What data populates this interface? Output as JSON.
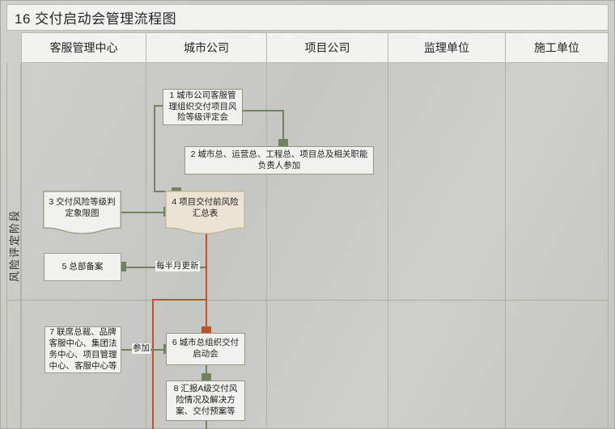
{
  "document": {
    "title": "16 交付启动会管理流程图"
  },
  "phases": [
    {
      "label": "风险评定阶段"
    }
  ],
  "lanes": [
    {
      "id": "lane-customer-service",
      "label": "客服管理中心"
    },
    {
      "id": "lane-city-company",
      "label": "城市公司"
    },
    {
      "id": "lane-project-company",
      "label": "项目公司"
    },
    {
      "id": "lane-supervision-unit",
      "label": "监理单位"
    },
    {
      "id": "lane-construction-unit",
      "label": "施工单位"
    }
  ],
  "nodes": [
    {
      "id": "node-1",
      "number": "1",
      "shape": "process",
      "lane": "城市公司",
      "text": "1 城市公司客服管理组织交付项目风险等级评定会"
    },
    {
      "id": "node-2",
      "number": "2",
      "shape": "process",
      "lane": "城市公司/项目公司",
      "text": "2 城市总、运营总、工程总、项目总及相关职能负责人参加"
    },
    {
      "id": "node-3",
      "number": "3",
      "shape": "document",
      "lane": "客服管理中心",
      "text": "3 交付风险等级判定象限图"
    },
    {
      "id": "node-4",
      "number": "4",
      "shape": "document",
      "lane": "城市公司",
      "text": "4 项目交付前风险汇总表"
    },
    {
      "id": "node-5",
      "number": "5",
      "shape": "process",
      "lane": "客服管理中心",
      "text": "5 总部备案"
    },
    {
      "id": "node-6",
      "number": "6",
      "shape": "process",
      "lane": "城市公司",
      "text": "6 城市总组织交付启动会"
    },
    {
      "id": "node-7",
      "number": "7",
      "shape": "process",
      "lane": "客服管理中心",
      "text": "7 联席总裁、品牌客服中心、集团法务中心、项目管理中心、客服中心等"
    },
    {
      "id": "node-8",
      "number": "8",
      "shape": "process",
      "lane": "城市公司",
      "text": "8 汇报A级交付风险情况及解决方案、交付预案等"
    }
  ],
  "edge_labels": [
    {
      "id": "edge-label-biweekly",
      "text": "每半月更新"
    },
    {
      "id": "edge-label-attend",
      "text": "参加"
    }
  ],
  "colors": {
    "canvas_background": "#c9c9c6",
    "header_fill": "#f3f3f1",
    "lane_border": "#b0b2a6",
    "node_border_green": "#8e9b7e",
    "node_fill": "#f2f2f0",
    "document_fill": "#ece5d6",
    "document_border": "#c2b393",
    "connector_green": "#74815f",
    "connector_red": "#c0512c",
    "title_text": "#262626"
  }
}
